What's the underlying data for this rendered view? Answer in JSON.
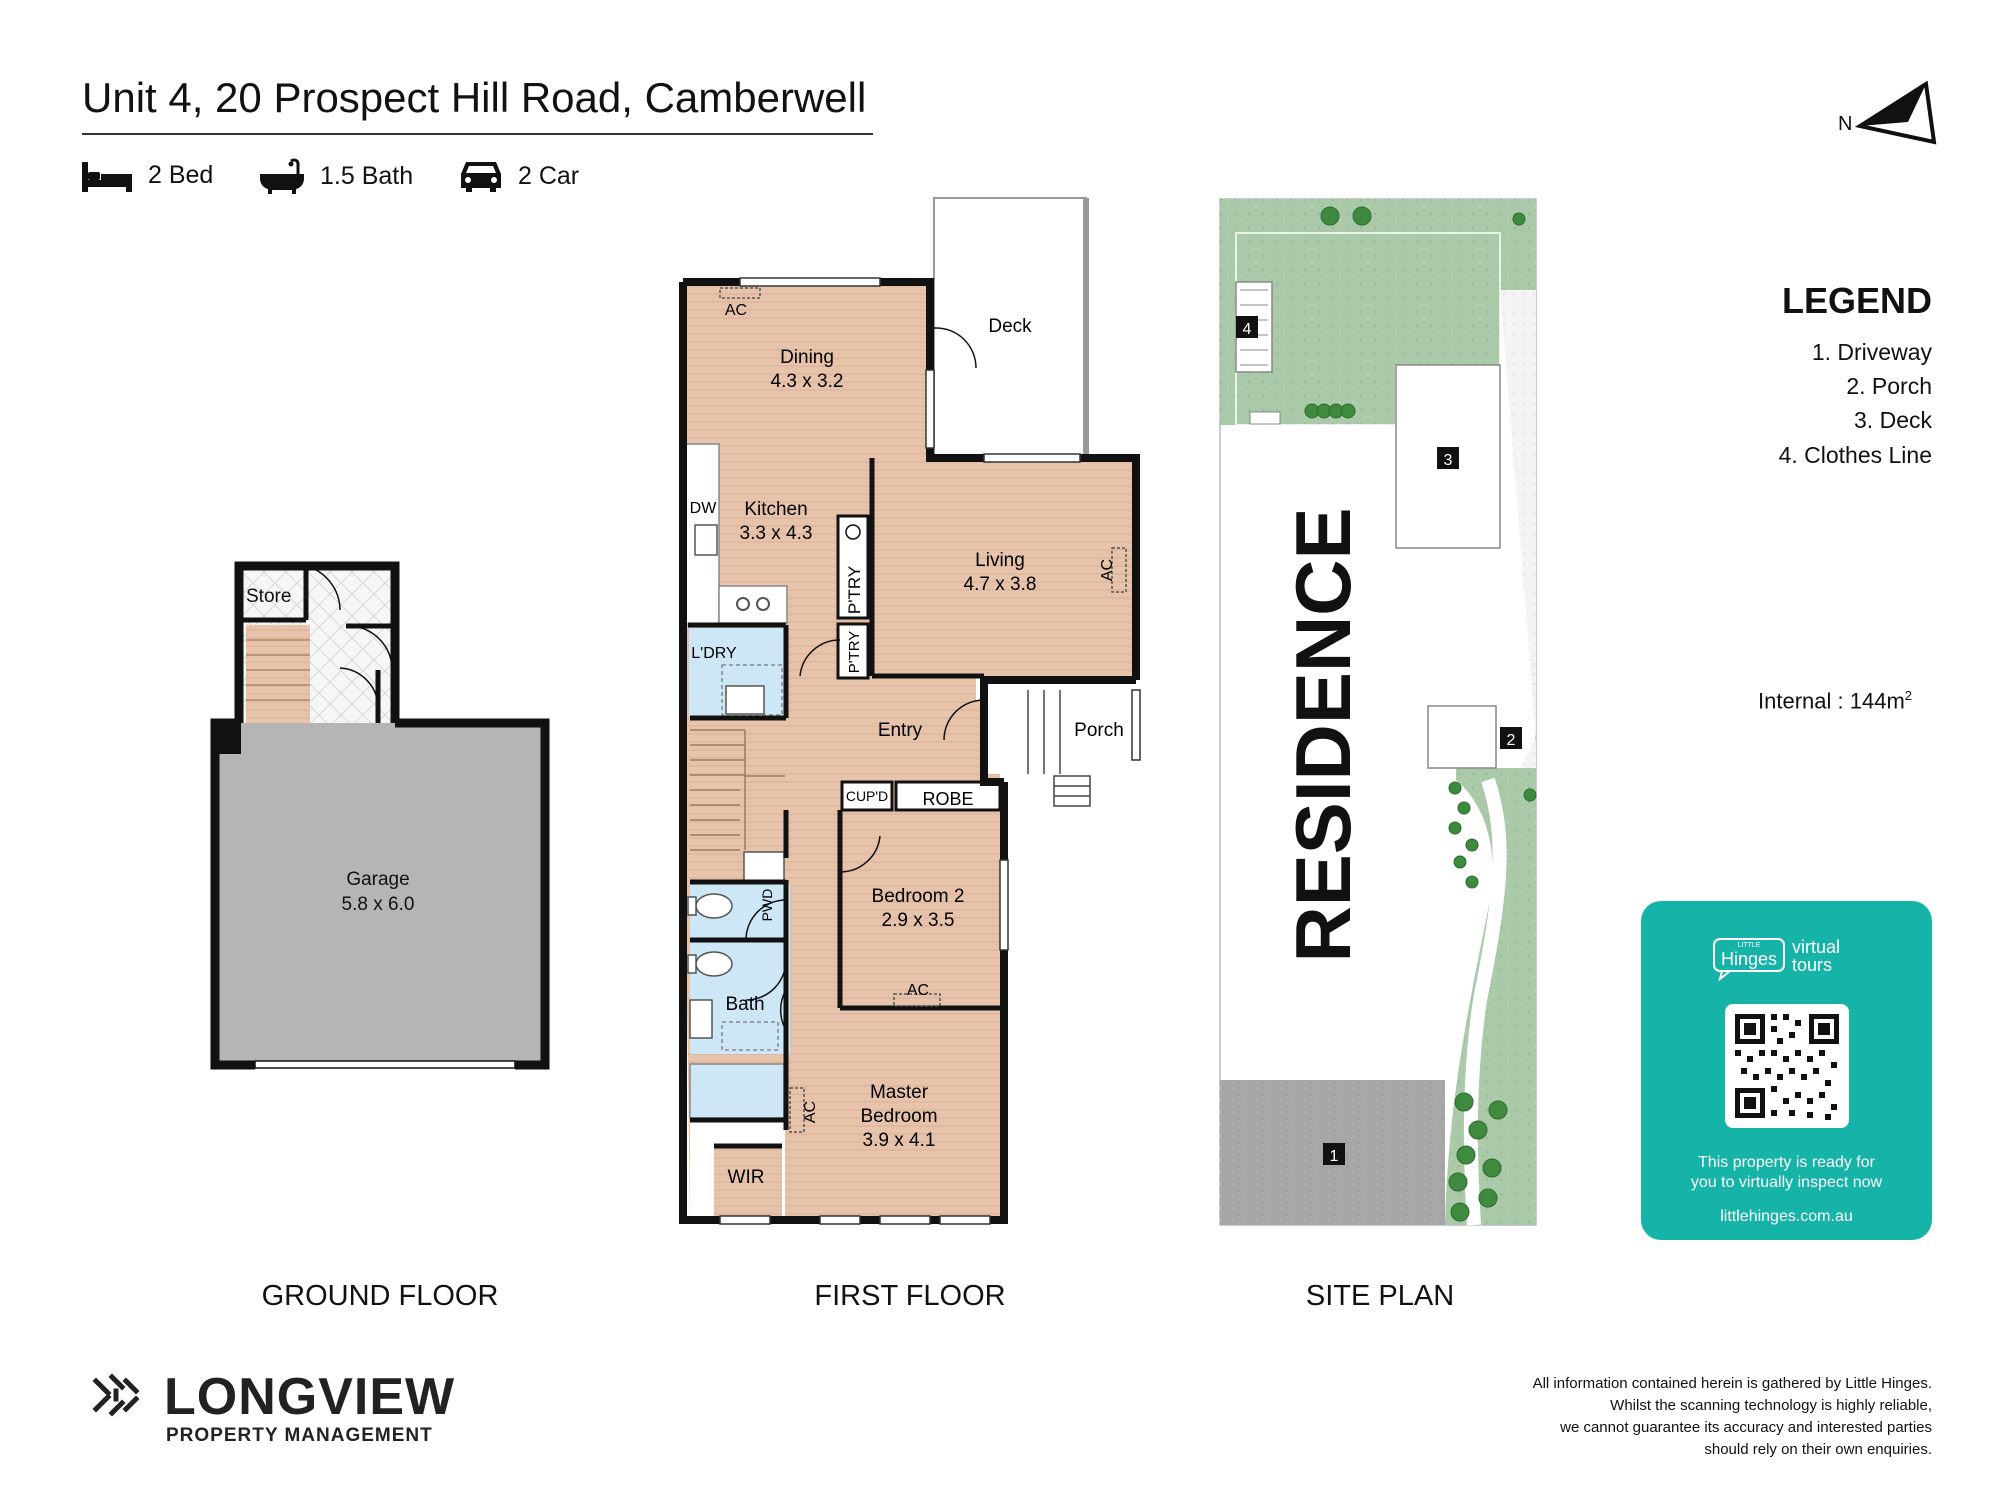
{
  "header": {
    "title": "Unit 4, 20 Prospect Hill Road, Camberwell",
    "bed": "2 Bed",
    "bath": "1.5 Bath",
    "car": "2 Car"
  },
  "north": "N",
  "legend": {
    "title": "LEGEND",
    "items": [
      "1. Driveway",
      "2. Porch",
      "3. Deck",
      "4. Clothes Line"
    ]
  },
  "internal": {
    "label": "Internal",
    "value": ": 144m",
    "unit_sup": "2"
  },
  "floors": {
    "ground": "GROUND FLOOR",
    "first": "FIRST FLOOR",
    "site": "SITE PLAN"
  },
  "rooms": {
    "store": "Store",
    "garage": "Garage",
    "garage_dim": "5.8 x 6.0",
    "ac": "AC",
    "dining": "Dining",
    "dining_dim": "4.3 x 3.2",
    "deck": "Deck",
    "dw": "DW",
    "kitchen": "Kitchen",
    "kitchen_dim": "3.3 x 4.3",
    "ptry": "P'TRY",
    "living": "Living",
    "living_dim": "4.7 x 3.8",
    "ldry": "L'DRY",
    "entry": "Entry",
    "porch": "Porch",
    "cupd": "CUP'D",
    "robe": "ROBE",
    "bedroom2": "Bedroom 2",
    "bedroom2_dim": "2.9 x 3.5",
    "pwd": "PWD",
    "bath": "Bath",
    "master1": "Master",
    "master2": "Bedroom",
    "master_dim": "3.9 x 4.1",
    "wir": "WIR"
  },
  "site": {
    "residence": "RESIDENCE",
    "markers": [
      "1",
      "2",
      "3",
      "4"
    ]
  },
  "qr_card": {
    "brand_small": "LITTLE",
    "brand_name": "Hinges",
    "brand_virtual": "virtual",
    "brand_tours": "tours",
    "message_line1": "This property is ready for",
    "message_line2": "you to virtually inspect now",
    "url": "littlehinges.com.au"
  },
  "logo": {
    "name": "LONGVIEW",
    "sub": "PROPERTY MANAGEMENT"
  },
  "disclaimer": [
    "All information contained herein is gathered by Little Hinges.",
    "Whilst the scanning technology is highly reliable,",
    "we cannot guarantee its accuracy and interested parties",
    "should rely on their own enquiries."
  ],
  "colors": {
    "floor_wood": "#e6c3aa",
    "wet_area": "#cde7f7",
    "garage": "#b5b5b5",
    "lawn": "#a9c9a9",
    "driveway": "#a7a7a7",
    "teal": "#16b3a8"
  }
}
